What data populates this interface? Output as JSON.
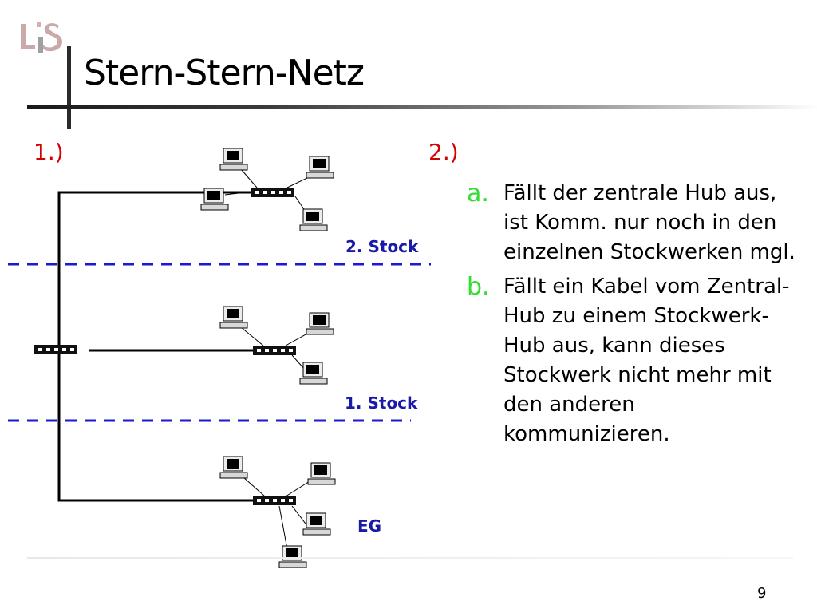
{
  "slide": {
    "title": "Stern-Stern-Netz",
    "page_number": "9"
  },
  "diagram": {
    "label": "1.)",
    "floors": [
      {
        "label": "2. Stock"
      },
      {
        "label": "1. Stock"
      },
      {
        "label": "EG"
      }
    ]
  },
  "answers": {
    "label": "2.)",
    "items": [
      {
        "marker": "a.",
        "text": "Fällt der zentrale Hub aus, ist Komm. nur noch in den einzelnen Stockwerken mgl."
      },
      {
        "marker": "b.",
        "text": "Fällt ein Kabel vom Zentral-Hub zu einem Stockwerk-Hub aus, kann dieses Stockwerk nicht mehr mit den anderen kommunizieren."
      }
    ]
  },
  "colors": {
    "section_label": "#d40000",
    "floor_label": "#1a1aa8",
    "marker": "#33dd33",
    "dashed_line": "#1a1ad0"
  },
  "icons": [
    "logo-ls",
    "computer-icon",
    "hub-icon"
  ]
}
